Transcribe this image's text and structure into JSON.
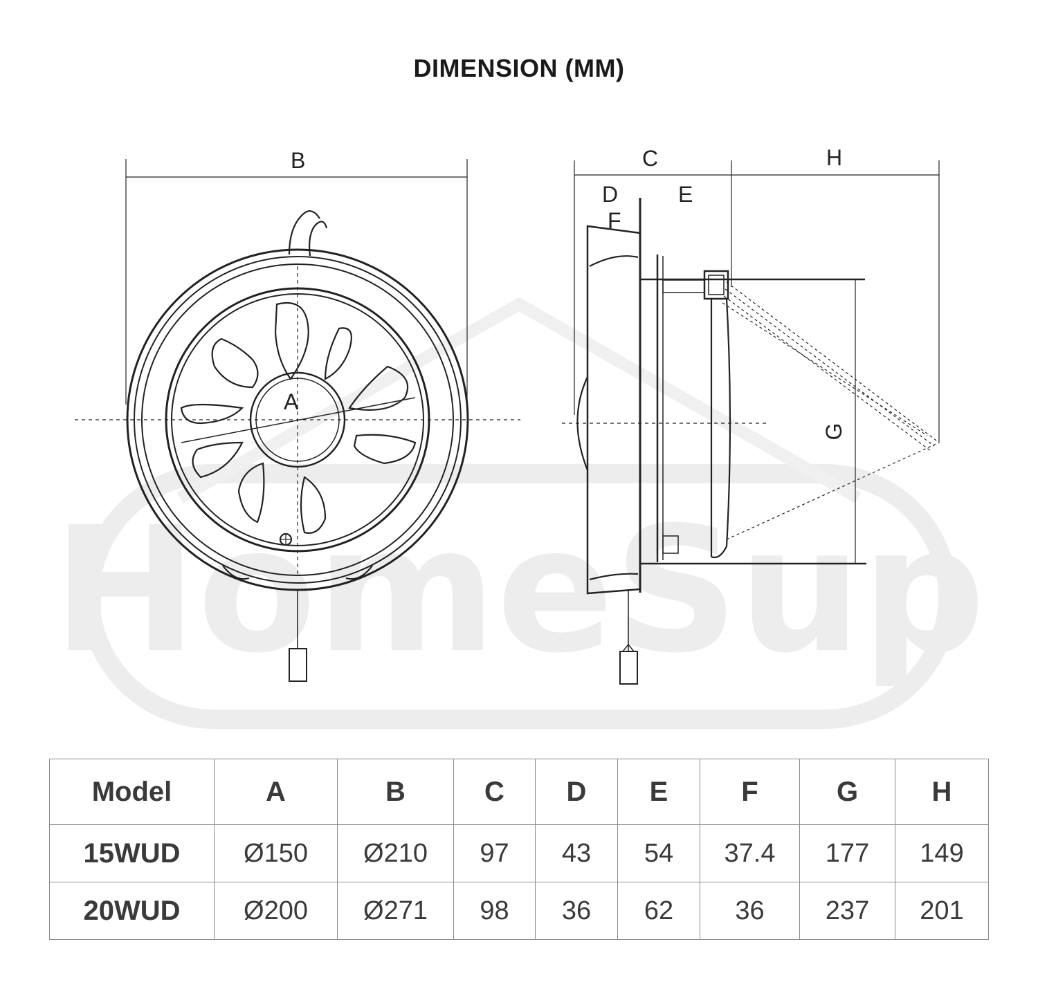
{
  "title": "DIMENSION (MM)",
  "watermark": "HomeSup",
  "front_view": {
    "label_B": "B",
    "label_A": "A"
  },
  "side_view": {
    "label_C": "C",
    "label_D": "D",
    "label_E": "E",
    "label_F": "F",
    "label_G": "G",
    "label_H": "H"
  },
  "table": {
    "headers": [
      "Model",
      "A",
      "B",
      "C",
      "D",
      "E",
      "F",
      "G",
      "H"
    ],
    "rows": [
      [
        "15WUD",
        "Ø150",
        "Ø210",
        "97",
        "43",
        "54",
        "37.4",
        "177",
        "149"
      ],
      [
        "20WUD",
        "Ø200",
        "Ø271",
        "98",
        "36",
        "62",
        "36",
        "237",
        "201"
      ]
    ]
  }
}
